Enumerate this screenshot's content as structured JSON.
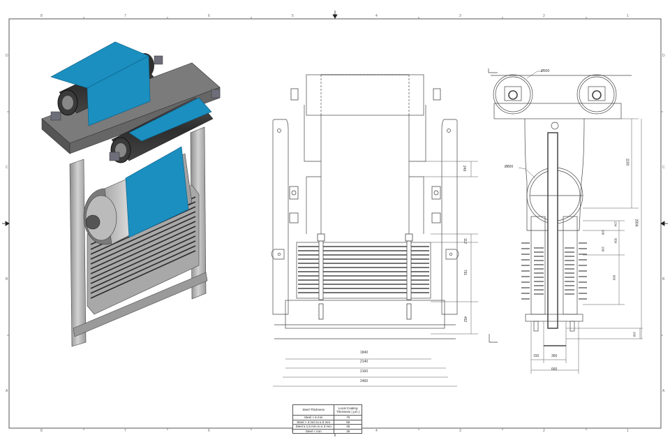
{
  "sheet": {
    "zones_top": [
      "8",
      "7",
      "6",
      "5",
      "4",
      "3",
      "2",
      "1"
    ],
    "zones_bottom": [
      "8",
      "7",
      "6",
      "5",
      "4",
      "3",
      "2",
      "1"
    ],
    "zones_side": [
      "D",
      "C",
      "B",
      "A"
    ]
  },
  "front_view": {
    "dims_horizontal": [
      {
        "label": "1840"
      },
      {
        "label": "2140"
      },
      {
        "label": "2160"
      },
      {
        "label": "2460"
      }
    ],
    "dims_vertical": [
      {
        "label": "249"
      },
      {
        "label": "112"
      },
      {
        "label": "791"
      },
      {
        "label": "452"
      }
    ]
  },
  "side_view": {
    "diameter_top": "Ø500",
    "diameter_mid": "Ø800",
    "dims_vertical": [
      {
        "label": "1190"
      },
      {
        "label": "2806"
      },
      {
        "label": "134"
      },
      {
        "label": "100"
      },
      {
        "label": "350"
      },
      {
        "label": "100"
      },
      {
        "label": "650"
      },
      {
        "label": "150"
      }
    ],
    "dims_horizontal": [
      {
        "label": "150"
      },
      {
        "label": "360"
      },
      {
        "label": "660"
      }
    ]
  },
  "coating_table": {
    "headers": [
      "Steel Thickness",
      "Local Coating Thickness ( μm )"
    ],
    "rows": [
      [
        "Steel > 6 mm",
        "70"
      ],
      [
        "Steel > 3 mm to ≤ 6 mm",
        "55"
      ],
      [
        "Steel ≥ 1,5 mm to ≤ 3 mm",
        "45"
      ],
      [
        "Steel < mm",
        "35"
      ]
    ]
  },
  "colors": {
    "belt_blue": "#1a8fc0",
    "roller_dark": "#3a3a3a",
    "steel": "#b8b8b8",
    "line": "#444444"
  }
}
